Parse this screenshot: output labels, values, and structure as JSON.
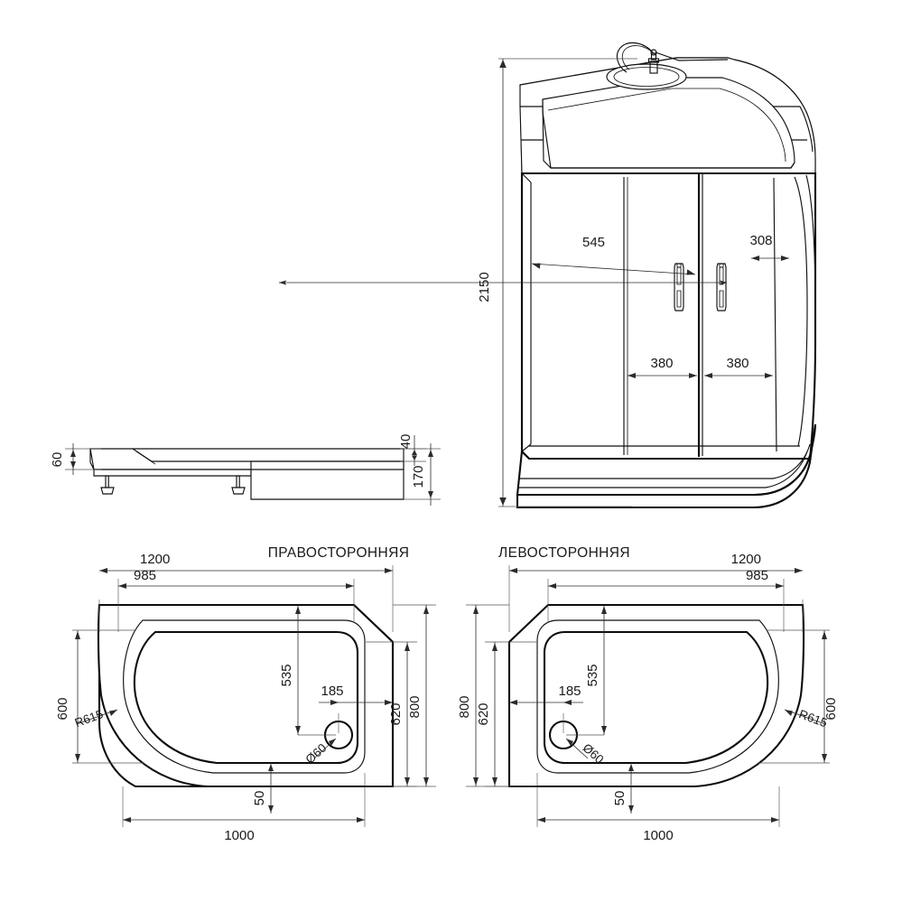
{
  "drawing": {
    "title": "Shower cabin technical drawing",
    "units": "mm",
    "line_color": "#111111",
    "background": "#ffffff"
  },
  "views": {
    "front": {
      "name": "front-elevation",
      "dimensions": {
        "height": "2150",
        "left_panel_width": "545",
        "right_panel_width": "308",
        "door_left": "380",
        "door_right": "380"
      }
    },
    "profile": {
      "name": "tray-side-section",
      "dimensions": {
        "rim": "60",
        "apron_top": "40",
        "total_height": "170"
      }
    },
    "plan_right": {
      "name": "plan-right-handed",
      "title": "ПРАВОСТОРОННЯЯ",
      "dimensions": {
        "overall_width": "1200",
        "inner_width": "985",
        "bottom_width": "1000",
        "overall_depth": "800",
        "inner_depth": "620",
        "side_depth": "600",
        "drain_from_top": "535",
        "drain_from_right": "185",
        "bottom_offset": "50",
        "radius": "R615",
        "drain_diameter": "Ø60"
      }
    },
    "plan_left": {
      "name": "plan-left-handed",
      "title": "ЛЕВОСТОРОННЯЯ",
      "dimensions": {
        "overall_width": "1200",
        "inner_width": "985",
        "bottom_width": "1000",
        "overall_depth": "800",
        "inner_depth": "620",
        "side_depth": "600",
        "drain_from_top": "535",
        "drain_from_left": "185",
        "bottom_offset": "50",
        "radius": "R615",
        "drain_diameter": "Ø60"
      }
    }
  }
}
